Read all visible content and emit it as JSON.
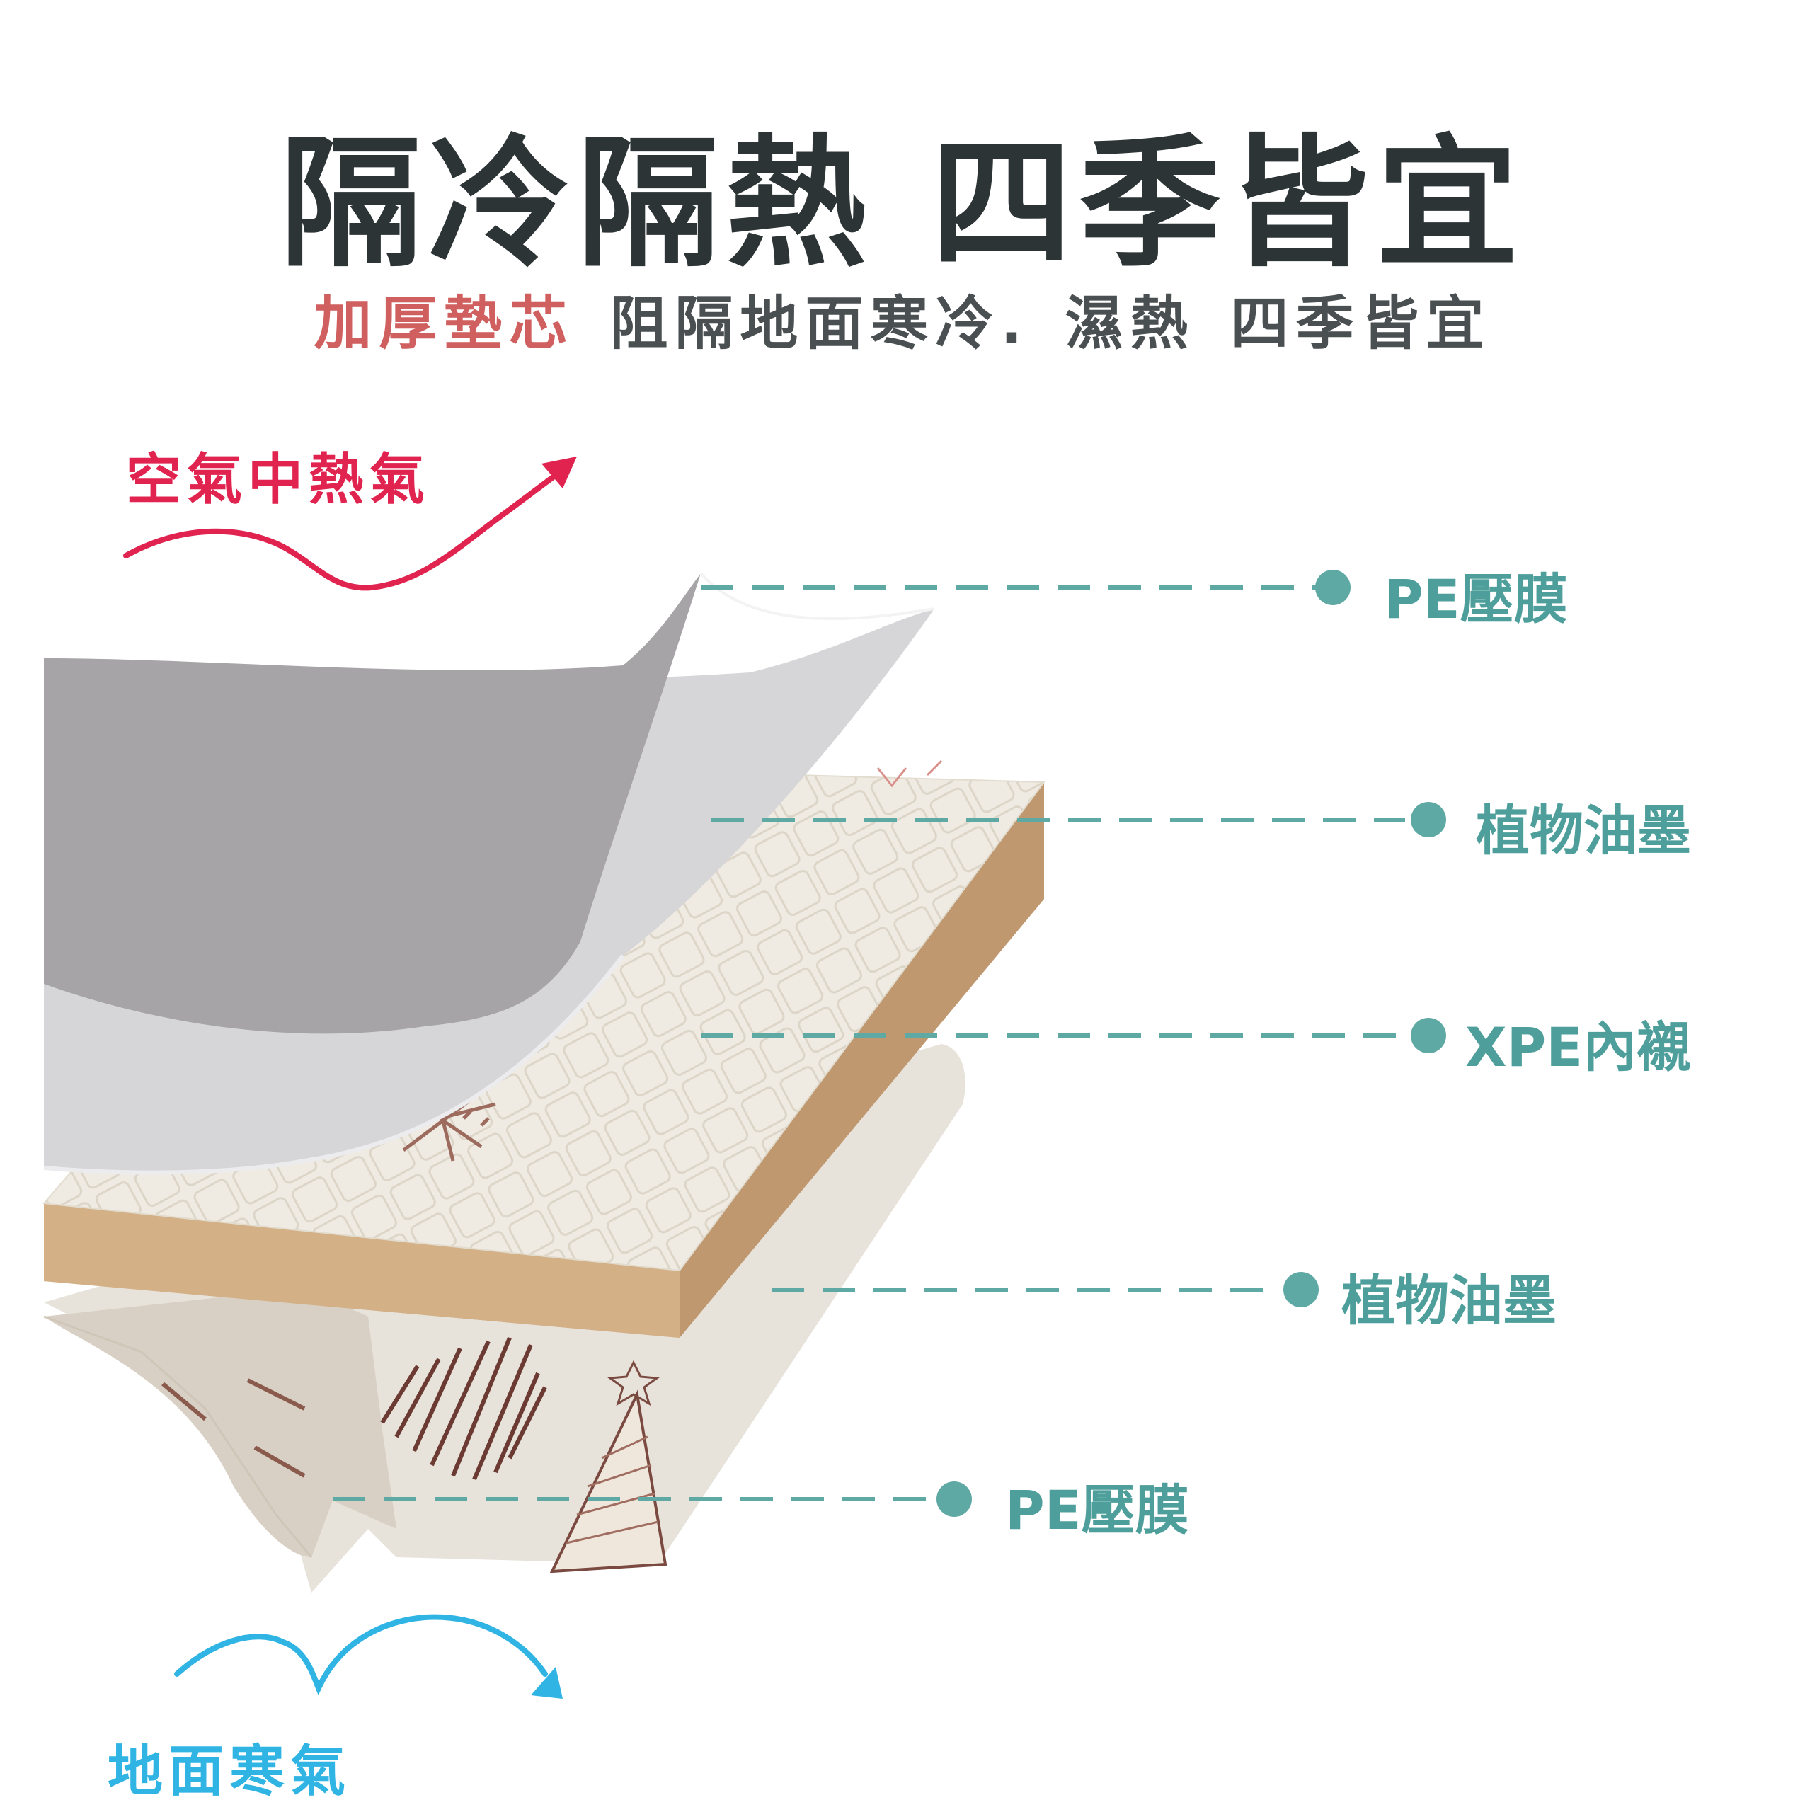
{
  "title": "隔冷隔熱  四季皆宜",
  "subtitle": {
    "accent": "加厚墊芯",
    "text1": "阻隔地面寒冷.",
    "text2": "濕熱",
    "text3": "四季皆宜"
  },
  "heat_label": "空氣中熱氣",
  "cold_label": "地面寒氣",
  "layers": [
    {
      "label": "PE壓膜"
    },
    {
      "label": "植物油墨"
    },
    {
      "label": "XPE內襯"
    },
    {
      "label": "植物油墨"
    },
    {
      "label": "PE壓膜"
    }
  ],
  "colors": {
    "title": "#2d3436",
    "accent": "#d0605f",
    "heat": "#e0234f",
    "cold": "#2fb4e4",
    "leader": "#5fa9a4"
  }
}
